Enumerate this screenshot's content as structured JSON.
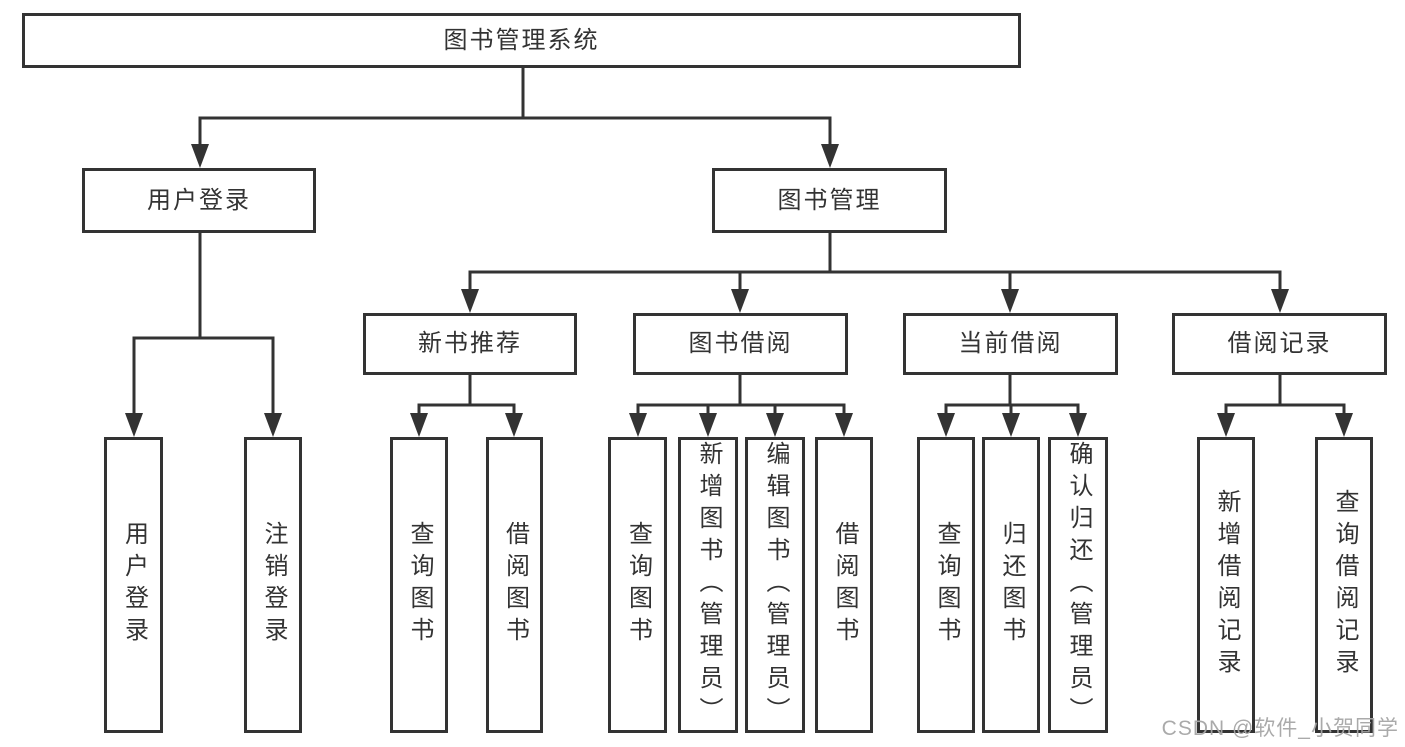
{
  "diagram": {
    "root": {
      "label": "图书管理系统"
    },
    "level2": [
      {
        "label": "用户登录"
      },
      {
        "label": "图书管理"
      }
    ],
    "level3": [
      {
        "label": "新书推荐"
      },
      {
        "label": "图书借阅"
      },
      {
        "label": "当前借阅"
      },
      {
        "label": "借阅记录"
      }
    ],
    "leaves": [
      {
        "label": "用户登录"
      },
      {
        "label": "注销登录"
      },
      {
        "label": "查询图书"
      },
      {
        "label": "借阅图书"
      },
      {
        "label": "查询图书"
      },
      {
        "label": "新增图书（管理员）"
      },
      {
        "label": "编辑图书（管理员）"
      },
      {
        "label": "借阅图书"
      },
      {
        "label": "查询图书"
      },
      {
        "label": "归还图书"
      },
      {
        "label": "确认归还（管理员）"
      },
      {
        "label": "新增借阅记录"
      },
      {
        "label": "查询借阅记录"
      }
    ],
    "watermark": "CSDN @软件_小贺同学",
    "colors": {
      "line": "#333333",
      "text": "#333333",
      "watermark": "#a6a6a6",
      "background": "#ffffff"
    }
  }
}
